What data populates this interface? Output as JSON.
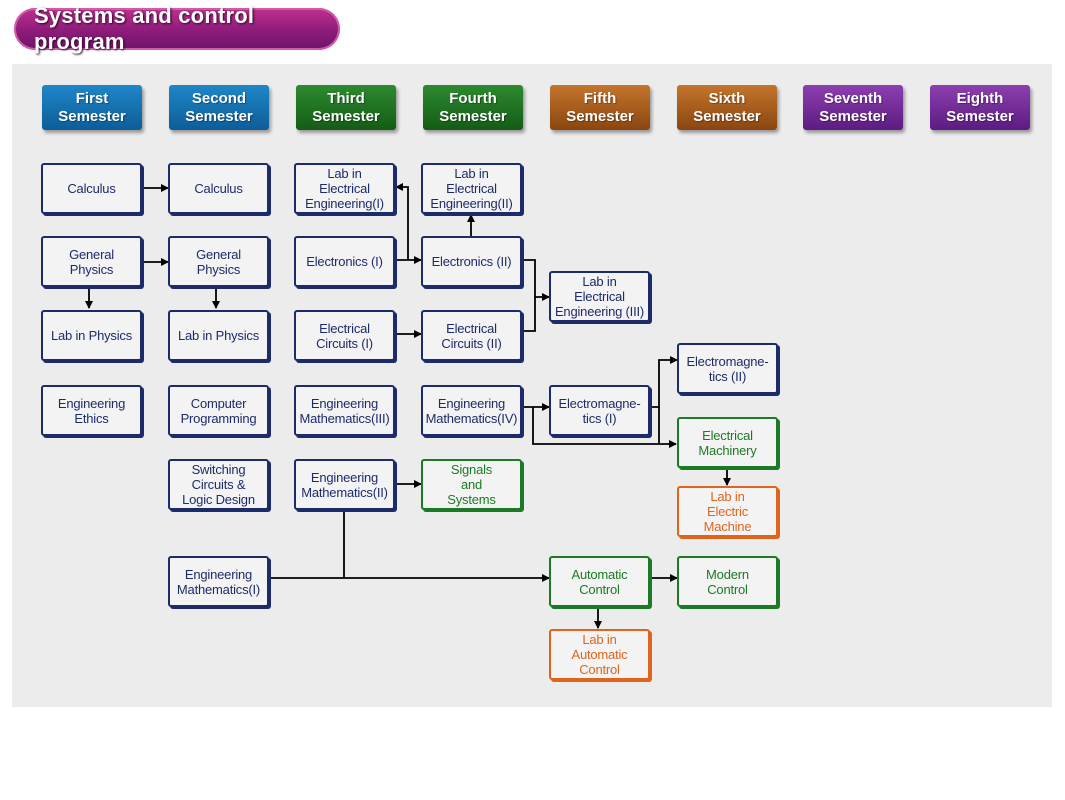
{
  "title": "Systems and control program",
  "semesters": [
    {
      "label": "First\nSemester"
    },
    {
      "label": "Second\nSemester"
    },
    {
      "label": "Third\nSemester"
    },
    {
      "label": "Fourth\nSemester"
    },
    {
      "label": "Fifth\nSemester"
    },
    {
      "label": "Sixth\nSemester"
    },
    {
      "label": "Seventh\nSemester"
    },
    {
      "label": "Eighth\nSemester"
    }
  ],
  "courses": {
    "calc1": "Calculus",
    "calc2": "Calculus",
    "phys1": "General\nPhysics",
    "phys2": "General\nPhysics",
    "labphys1": "Lab in Physics",
    "labphys2": "Lab in Physics",
    "ethics": "Engineering\nEthics",
    "prog": "Computer\nProgramming",
    "switching": "Switching\nCircuits &\nLogic Design",
    "math1": "Engineering\nMathematics(I)",
    "labee1": "Lab in\nElectrical\nEngineering(I)",
    "elec1": "Electronics (I)",
    "circ1": "Electrical\nCircuits (I)",
    "math3": "Engineering\nMathematics(III)",
    "math2": "Engineering\nMathematics(II)",
    "labee2": "Lab in\nElectrical\nEngineering(II)",
    "elec2": "Electronics (II)",
    "circ2": "Electrical\nCircuits (II)",
    "math4": "Engineering\nMathematics(IV)",
    "signals": "Signals\nand\nSystems",
    "labee3": "Lab in\nElectrical\nEngineering (III)",
    "em1": "Electromagne-\ntics (I)",
    "autoctrl": "Automatic\nControl",
    "labauto": "Lab in\nAutomatic\nControl",
    "em2": "Electromagne-\ntics (II)",
    "machinery": "Electrical\nMachinery",
    "labmachine": "Lab in\nElectric\nMachine",
    "modern": "Modern\nControl"
  }
}
